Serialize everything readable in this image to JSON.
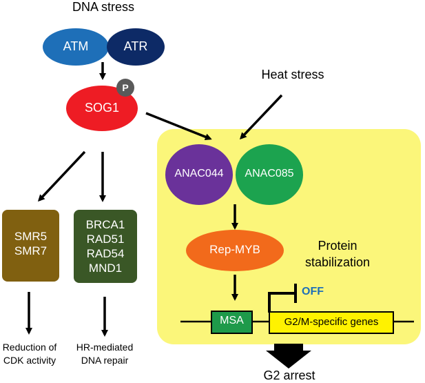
{
  "inputs": {
    "dna_stress": "DNA stress",
    "heat_stress": "Heat stress"
  },
  "kinases": {
    "atm": "ATM",
    "atr": "ATR"
  },
  "sog1": {
    "label": "SOG1",
    "phospho": "P"
  },
  "smr_box": {
    "line1": "SMR5",
    "line2": "SMR7"
  },
  "repair_box": {
    "line1": "BRCA1",
    "line2": "RAD51",
    "line3": "RAD54",
    "line4": "MND1"
  },
  "nac": {
    "anac044": "ANAC044",
    "anac085": "ANAC085"
  },
  "rep_myb": "Rep-MYB",
  "protein_stab": {
    "line1": "Protein",
    "line2": "stabilization"
  },
  "promoter": {
    "msa": "MSA",
    "genes": "G2/M-specific genes",
    "off": "OFF"
  },
  "outcomes": {
    "cdk_line1": "Reduction of",
    "cdk_line2": "CDK activity",
    "hr_line1": "HR-mediated",
    "hr_line2": "DNA repair",
    "g2_arrest": "G2 arrest"
  },
  "colors": {
    "atm": "#1e6fb8",
    "atr": "#0d2a66",
    "sog1": "#ee1c24",
    "phospho": "#5a5a5a",
    "smr": "#806010",
    "repair": "#3a5726",
    "anac044": "#6a329a",
    "anac085": "#1ca34f",
    "rep_myb": "#f26a1b",
    "yellow_panel": "#fbf67a",
    "msa": "#1e9a4a",
    "genes": "#fff200",
    "off": "#1e6fb8"
  }
}
